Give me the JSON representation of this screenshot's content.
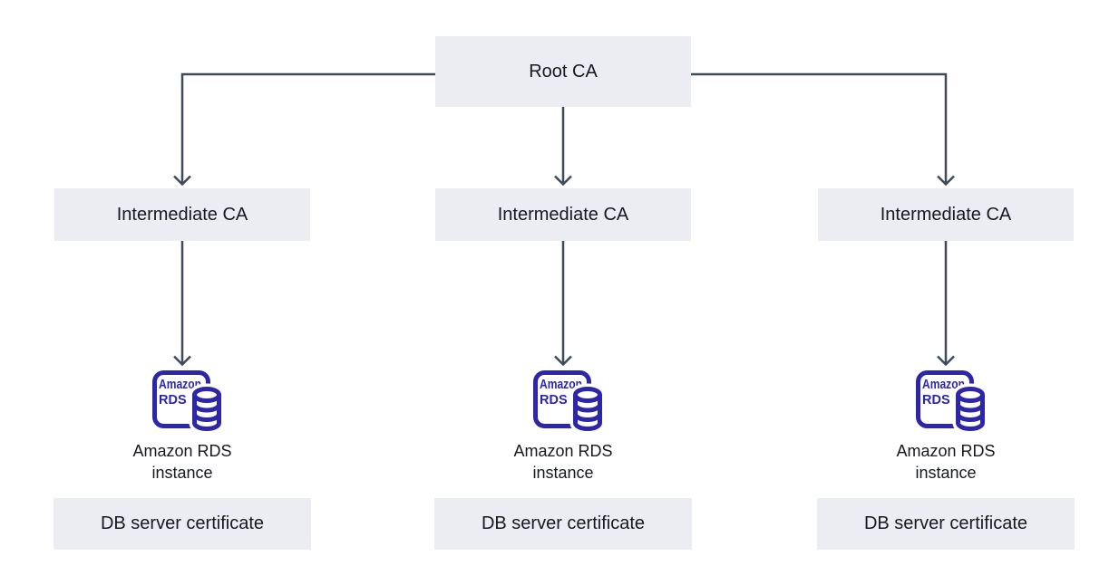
{
  "root_ca": {
    "label": "Root CA"
  },
  "columns": [
    {
      "intermediate": "Intermediate CA",
      "instance": "Amazon RDS instance",
      "certificate": "DB server certificate"
    },
    {
      "intermediate": "Intermediate CA",
      "instance": "Amazon RDS instance",
      "certificate": "DB server certificate"
    },
    {
      "intermediate": "Intermediate CA",
      "instance": "Amazon RDS instance",
      "certificate": "DB server certificate"
    }
  ],
  "rds_icon": {
    "line1": "Amazon",
    "line2": "RDS"
  },
  "colors": {
    "box_fill": "#ECEDF2",
    "connector": "#3F4A5B",
    "icon_primary": "#2D27A8",
    "text": "#16191F"
  }
}
